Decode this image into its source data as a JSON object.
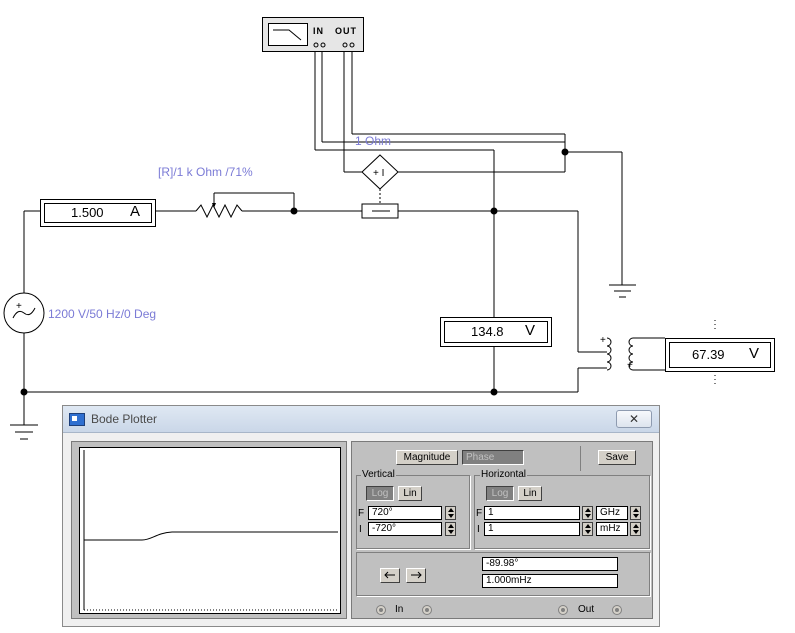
{
  "circuit": {
    "ammeter": {
      "value": "1.500",
      "unit": "A"
    },
    "voltmeter_main": {
      "value": "134.8",
      "unit": "V"
    },
    "voltmeter_transformer": {
      "value": "67.39",
      "unit": "V"
    },
    "potentiometer_label": "[R]/1 k Ohm /71%",
    "source_label": "1200 V/50 Hz/0 Deg",
    "ccvs_label": "1 Ohm",
    "bode_in_label": "IN",
    "bode_out_label": "OUT"
  },
  "bode_window": {
    "title": "Bode Plotter",
    "close_label": "✕",
    "magnitude_label": "Magnitude",
    "phase_label": "Phase",
    "save_label": "Save",
    "vertical": {
      "label": "Vertical",
      "log_label": "Log",
      "lin_label": "Lin",
      "f_label": "F",
      "f_value": "720°",
      "i_label": "I",
      "i_value": "-720°"
    },
    "horizontal": {
      "label": "Horizontal",
      "log_label": "Log",
      "lin_label": "Lin",
      "f_label": "F",
      "f_value": "1",
      "f_unit": "GHz",
      "i_label": "I",
      "i_value": "1",
      "i_unit": "mHz"
    },
    "readout_value": "-89.98°",
    "readout_freq": "1.000mHz",
    "in_label": "In",
    "out_label": "Out"
  }
}
